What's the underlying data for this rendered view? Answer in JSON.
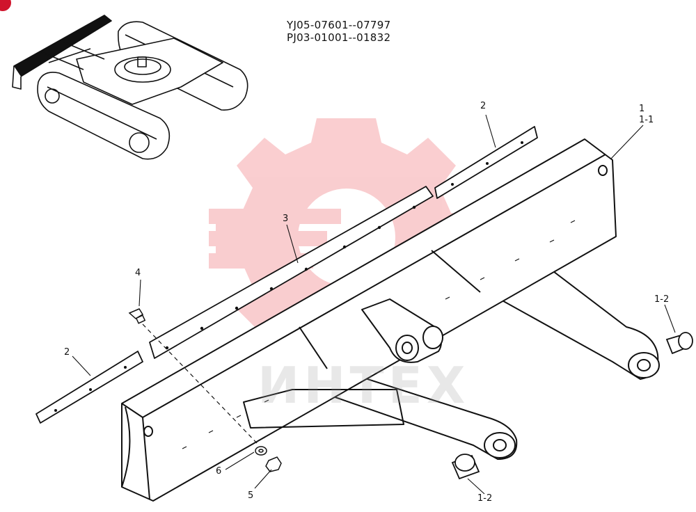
{
  "header": {
    "serial_1": "YJ05-07601--07797",
    "serial_2": "PJ03-01001--01832"
  },
  "callouts": {
    "c1": "1",
    "c1_1": "1-1",
    "c2_top": "2",
    "c3": "3",
    "c4": "4",
    "c2_left": "2",
    "c1_2_right": "1-2",
    "c6": "6",
    "c5": "5",
    "c1_2_bottom": "1-2"
  },
  "watermark": {
    "text": "ИНТЕХ",
    "color": "#e8202a"
  },
  "colors": {
    "line": "#111111",
    "badge": "#d0142c"
  }
}
